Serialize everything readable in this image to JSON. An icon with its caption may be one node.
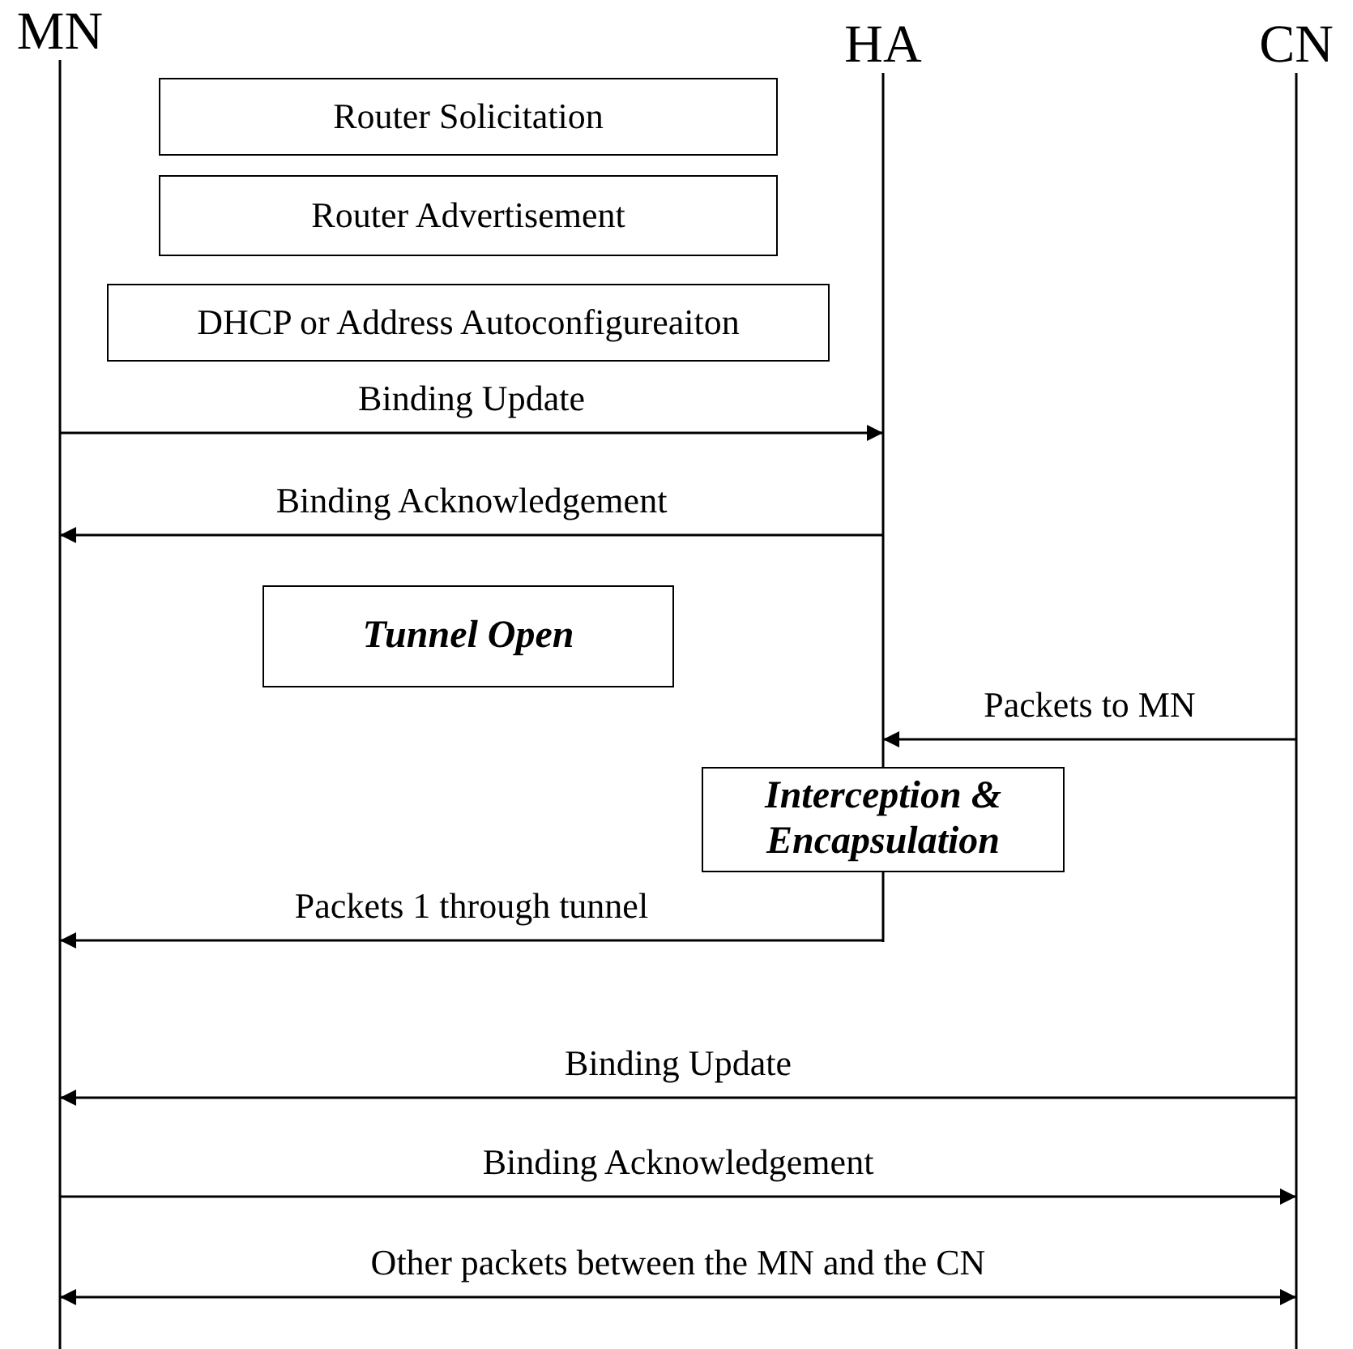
{
  "diagram": {
    "nodes": [
      {
        "text": [
          "MN"
        ]
      },
      {
        "text": [
          "HA"
        ]
      },
      {
        "text": [
          "CN"
        ]
      },
      {
        "text": [
          "Router Solicitation"
        ]
      },
      {
        "text": [
          "Router Advertisement"
        ]
      },
      {
        "text": [
          "DHCP or Address Autoconfigureaiton"
        ]
      },
      {
        "text": [
          "Tunnel Open"
        ]
      },
      {
        "text": [
          "Interception & Encapsulation"
        ]
      }
    ],
    "edges": [
      {
        "from": 0,
        "to": 1,
        "arrow": "to",
        "label": "Binding Update"
      },
      {
        "from": 1,
        "to": 0,
        "arrow": "to",
        "label": "Binding Acknowledgement"
      },
      {
        "from": 2,
        "to": 1,
        "arrow": "to",
        "label": "Packets to MN"
      },
      {
        "from": 1,
        "to": 0,
        "arrow": "to",
        "label": "Packets 1 through tunnel"
      },
      {
        "from": 2,
        "to": 0,
        "arrow": "to",
        "label": "Binding Update"
      },
      {
        "from": 0,
        "to": 2,
        "arrow": "to",
        "label": "Binding Acknowledgement"
      },
      {
        "from": 0,
        "to": 2,
        "arrow": "both",
        "label": "Other packets between the MN and the CN"
      }
    ]
  }
}
